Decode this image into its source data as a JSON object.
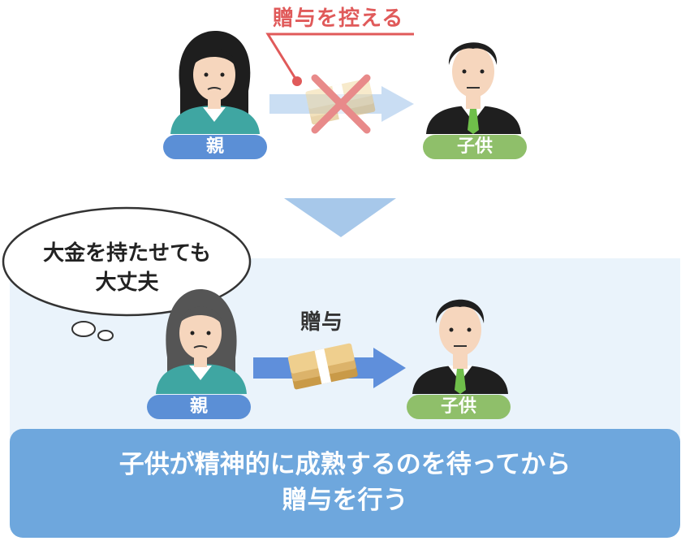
{
  "top": {
    "annotation": "贈与を控える",
    "parent_label": "親",
    "child_label": "子供"
  },
  "bottom": {
    "speech": [
      "大金を持たせても",
      "大丈夫"
    ],
    "gift_label": "贈与",
    "parent_label": "親",
    "child_label": "子供"
  },
  "conclusion": [
    "子供が精神的に成熟するのを待ってから",
    "贈与を行う"
  ],
  "colors": {
    "red": "#e05a5a",
    "blue_pill": "#5b8fd6",
    "green_pill": "#8fbf6a",
    "panel": "#eaf3fb",
    "banner": "#6ea7dd"
  }
}
